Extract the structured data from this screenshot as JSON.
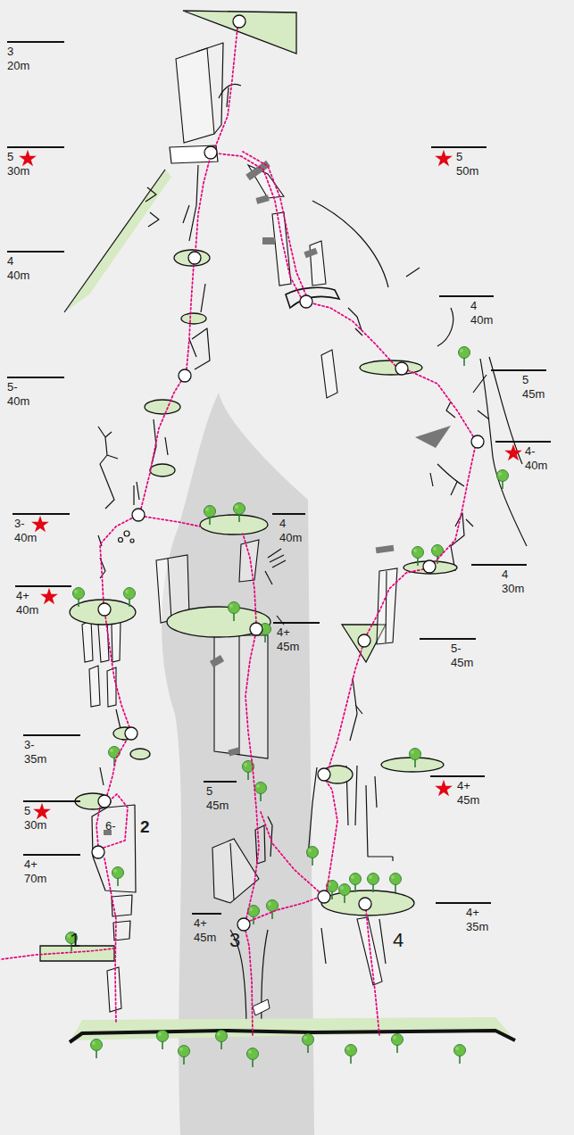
{
  "diagram": {
    "labels": [
      "3 20m",
      "5 30m",
      "4 40m",
      "5- 40m",
      "3- 40m",
      "4+ 40m",
      "3- 35m",
      "5 30m",
      "4+ 70m",
      "6-",
      "1",
      "2",
      "4 40m",
      "4+ 45m",
      "5 45m",
      "4+ 45m",
      "3",
      "5 50m",
      "4 40m",
      "5 45m",
      "4- 40m",
      "4 30m",
      "5- 45m",
      "4+ 45m",
      "4+ 35m",
      "4"
    ]
  }
}
